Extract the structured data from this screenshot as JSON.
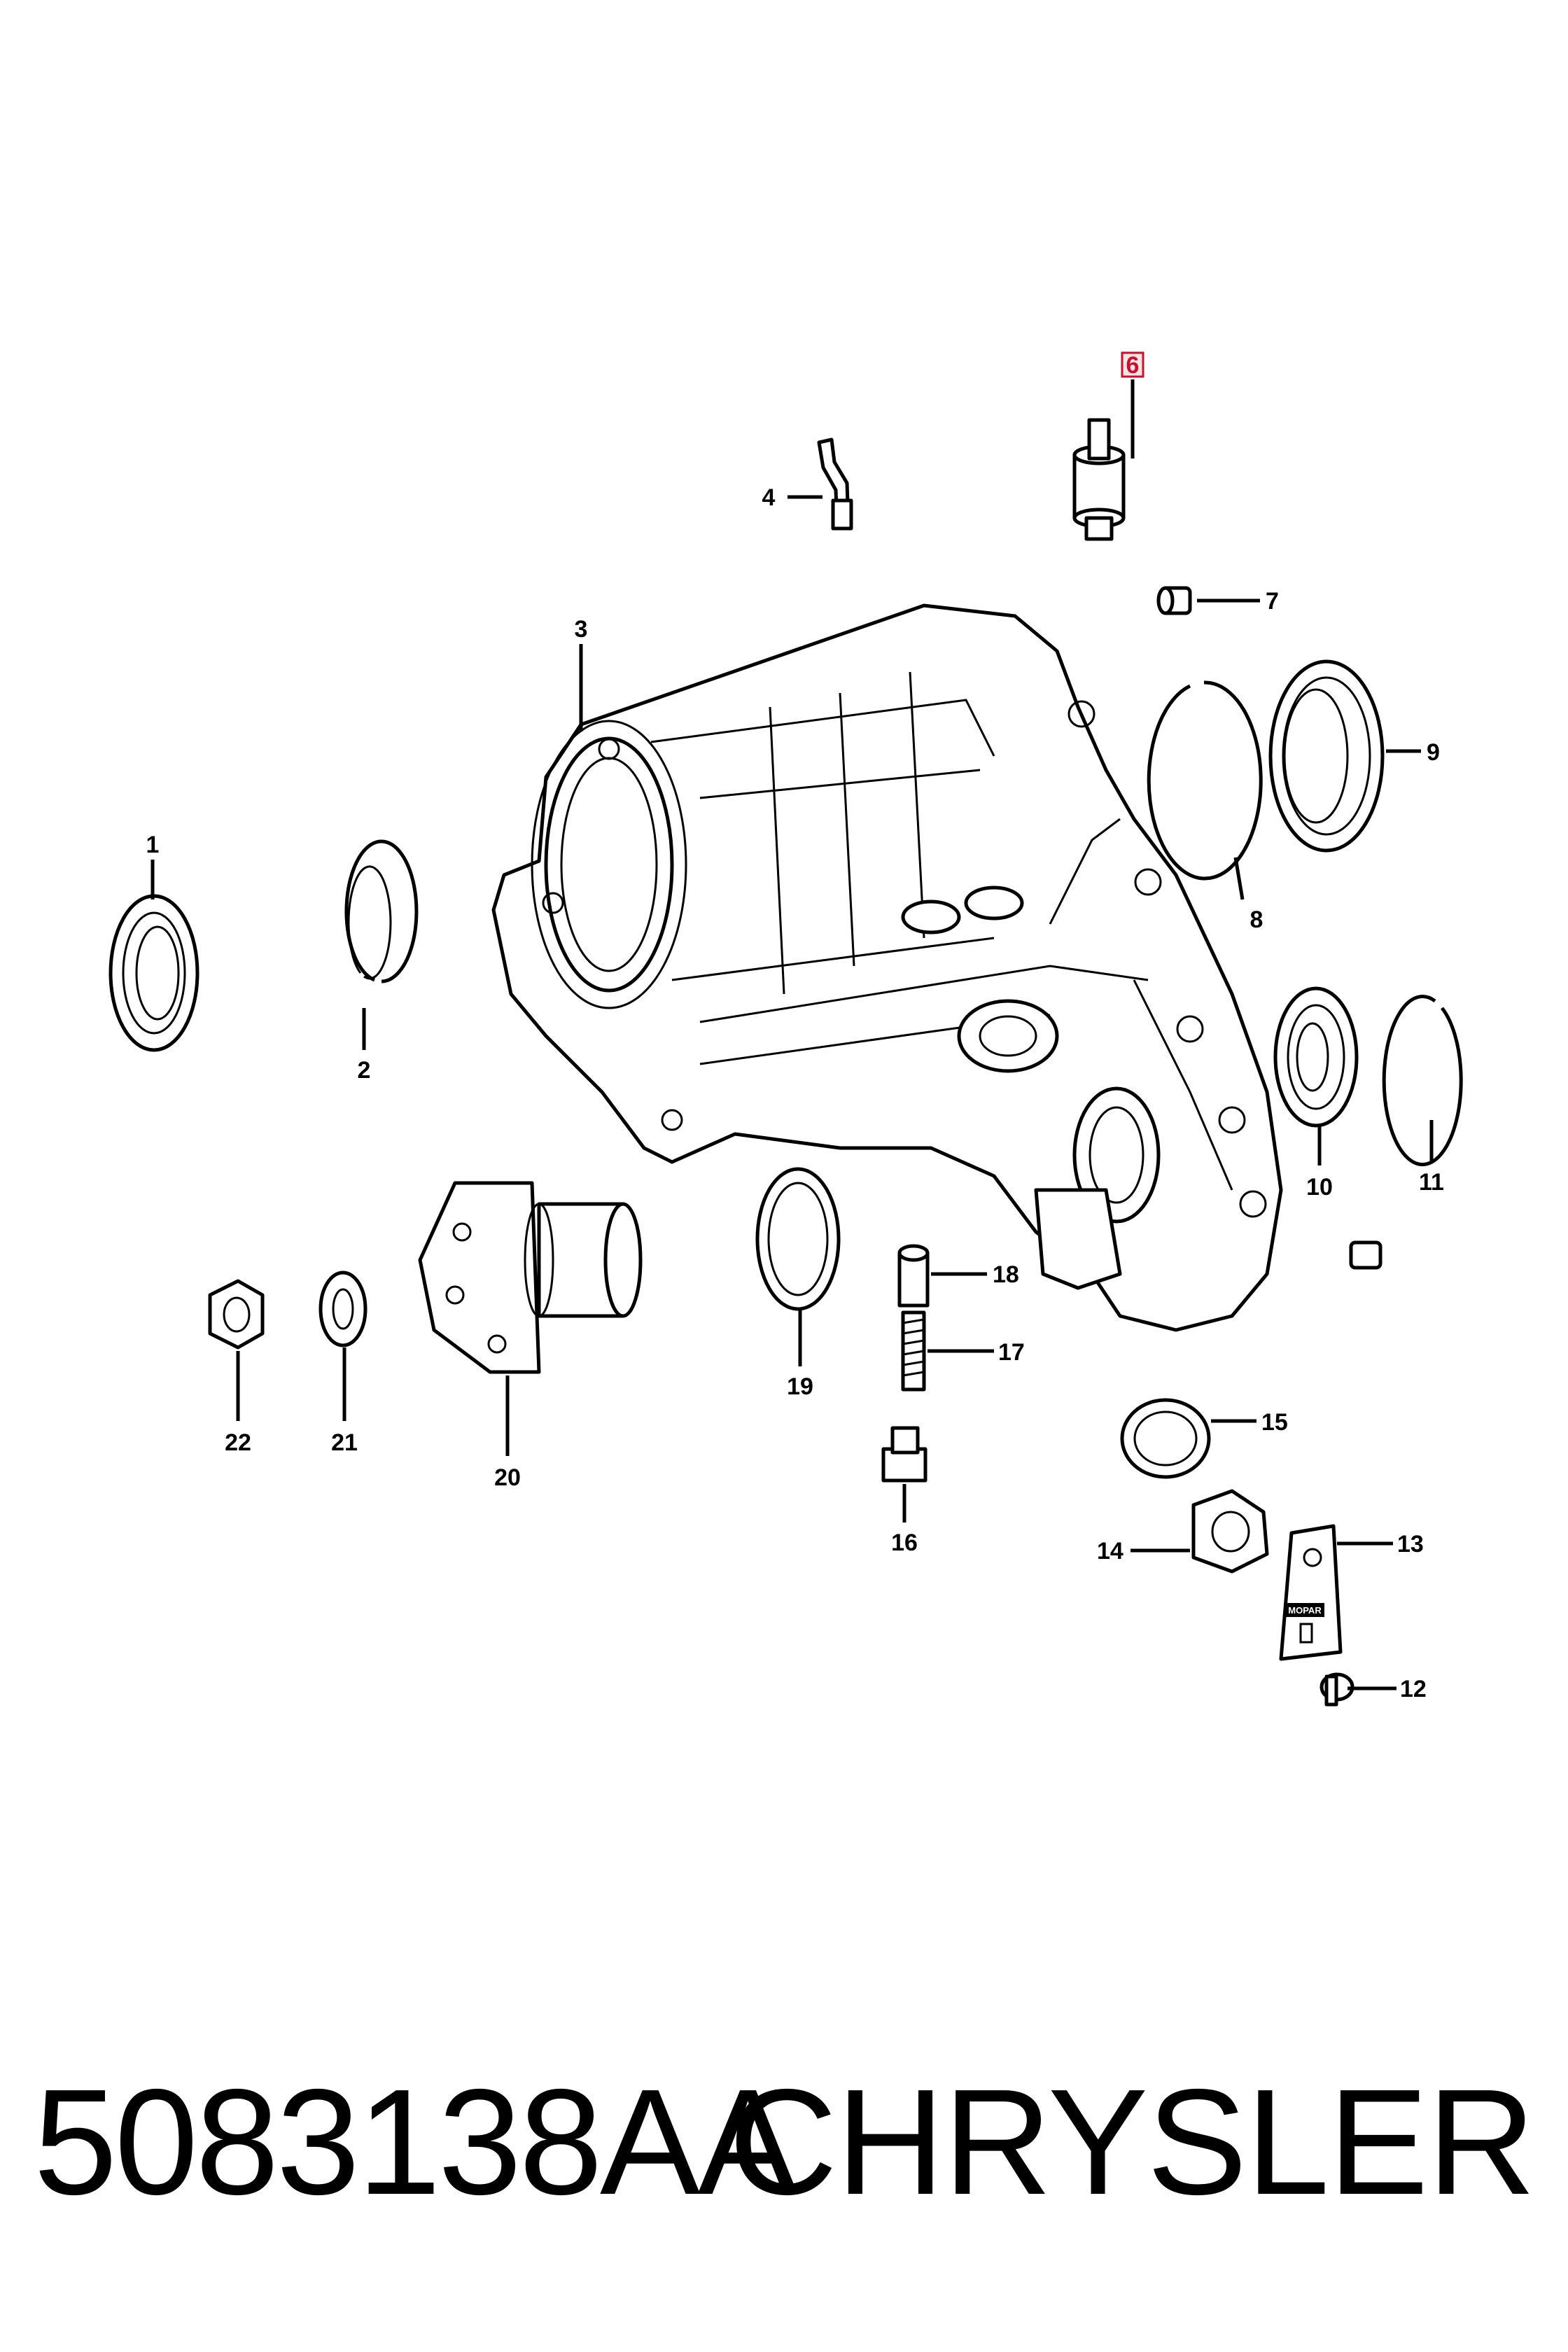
{
  "callouts": {
    "c1": "1",
    "c2": "2",
    "c3": "3",
    "c4": "4",
    "c6": "6",
    "c7": "7",
    "c8": "8",
    "c9": "9",
    "c10": "10",
    "c11": "11",
    "c12": "12",
    "c13": "13",
    "c14": "14",
    "c15": "15",
    "c16": "16",
    "c17": "17",
    "c18": "18",
    "c19": "19",
    "c20": "20",
    "c21": "21",
    "c22": "22"
  },
  "highlighted_callout": "6",
  "highlight_color": "#c8102e",
  "tag_text": "MOPAR",
  "footer": {
    "part_number": "5083138AA",
    "brand": "CHRYSLER"
  }
}
